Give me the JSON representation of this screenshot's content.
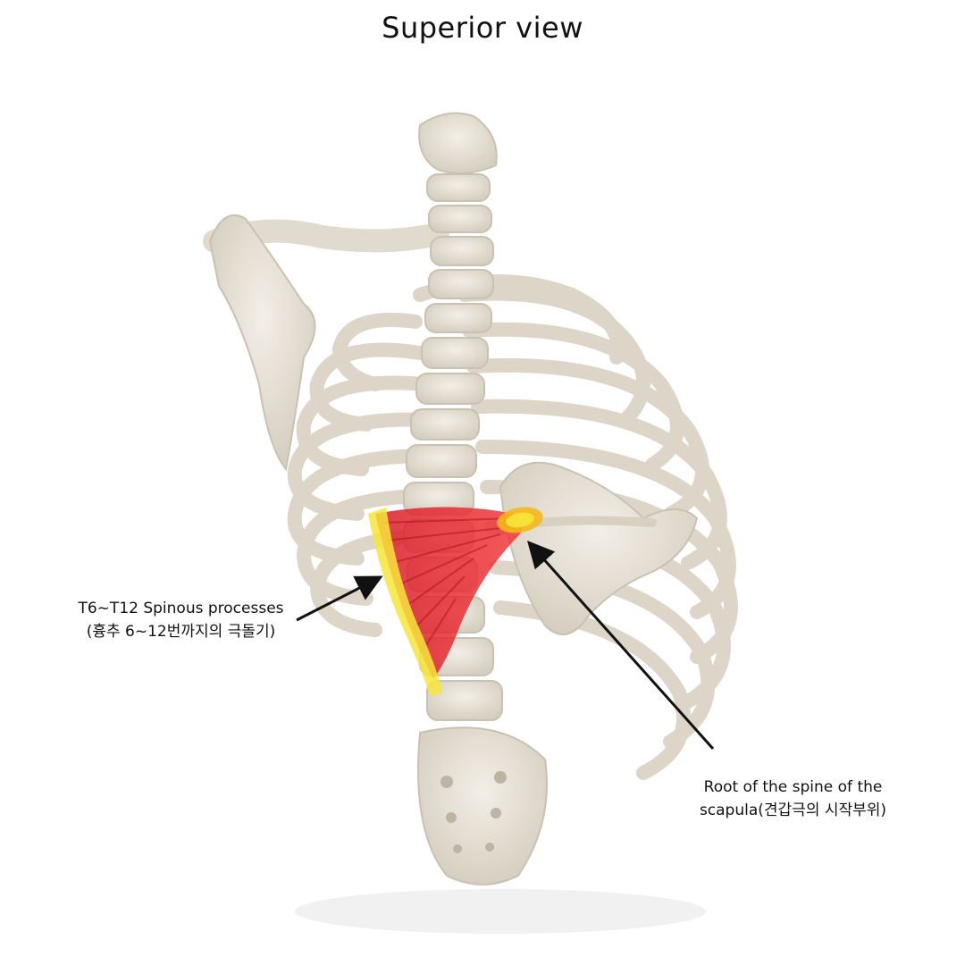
{
  "title": "Superior view",
  "labels": {
    "origin_line1": "T6~T12 Spinous processes",
    "origin_line2": "(흉추 6~12번까지의 극돌기)",
    "insertion_line1": "Root of the spine of the",
    "insertion_line2": "scapula(견갑극의 시작부위)"
  },
  "colors": {
    "bone": "#e9e4da",
    "bone_shadow": "#cfc8ba",
    "muscle": "#e8202a",
    "highlight": "#f7e53a",
    "arrow": "#111111"
  }
}
